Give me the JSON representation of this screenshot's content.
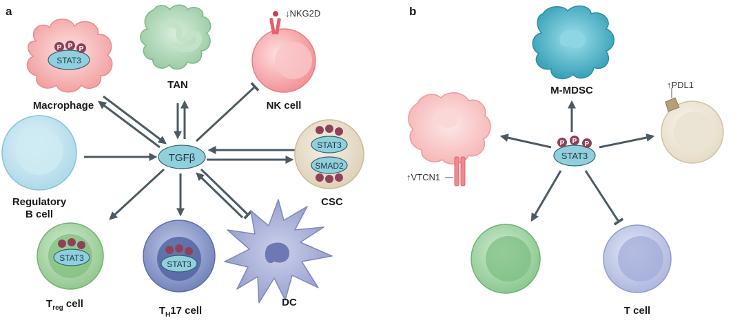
{
  "panel_a": {
    "letter": "a",
    "hub": "TGFβ",
    "cells": {
      "macrophage": "Macrophage",
      "tan": "TAN",
      "nk": "NK cell",
      "regulatory_b_line1": "Regulatory",
      "regulatory_b_line2": "B cell",
      "csc": "CSC",
      "treg_T": "T",
      "treg_sub": "reg",
      "treg_rest": " cell",
      "th17_T": "T",
      "th17_sub": "H",
      "th17_rest": "17 cell",
      "dc": "DC"
    },
    "markers": {
      "nkg2d": "↓NKG2D"
    },
    "internal": {
      "stat3": "STAT3",
      "smad2": "SMAD2",
      "p": "P"
    }
  },
  "panel_b": {
    "letter": "b",
    "hub": "STAT3",
    "cells": {
      "mmdsc": "M-MDSC",
      "tcell": "T cell"
    },
    "markers": {
      "pdl1": "↑PDL1",
      "vtcn1": "↑VTCN1"
    },
    "internal": {
      "p": "P"
    }
  },
  "colors": {
    "arrow": "#4b5a63",
    "hub_fill": "#8fd0dc",
    "phospho": "#8e4258",
    "macrophage": "#f6a8a8",
    "tan": "#a8d4b1",
    "nk": "#f7a0a4",
    "regulatory_b": "#bfe3ef",
    "csc": "#e8dcc8",
    "treg": "#9fcf9b",
    "th17": "#7f8fc2",
    "dc": "#9aa2cf",
    "mmdsc": "#3fa9bf",
    "pdl1_cell": "#efe6d6",
    "vtcn1_cell": "#f9c4c4",
    "green_cell": "#93cf97",
    "tcell": "#b8c0e2"
  }
}
